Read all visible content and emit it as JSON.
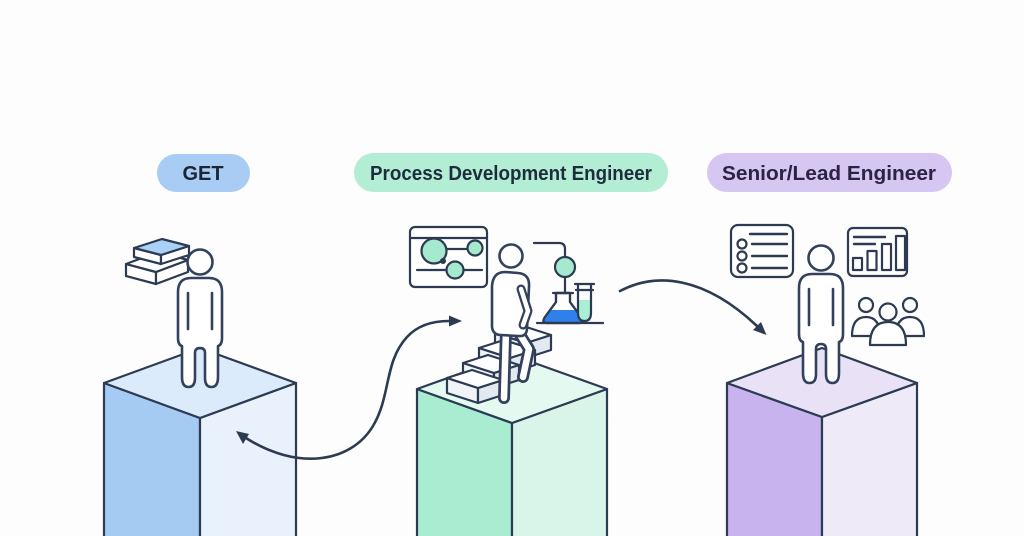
{
  "canvas": {
    "background": "#fdfdfe",
    "outline": "#2c3b52"
  },
  "stages": [
    {
      "id": "stage-1",
      "label": "GET",
      "pill_bg": "#a8ccf3",
      "pill_text": "#1b2535",
      "pedestal": {
        "top": "#dcebfb",
        "left": "#a6cbf2",
        "right": "#e9f1fc"
      },
      "accents": {
        "book_cover": "#a9d0f5"
      },
      "icons": [
        "books-icon",
        "standing-person-icon"
      ]
    },
    {
      "id": "stage-2",
      "label": "Process Development Engineer",
      "pill_bg": "#b3edd3",
      "pill_text": "#1e2d3d",
      "pedestal": {
        "top": "#e4f9f0",
        "left": "#a8ecd2",
        "right": "#d9f5ea"
      },
      "accents": {
        "node_fill": "#a5e9cf",
        "flask_liquid": "#2f80e8",
        "tube_liquid": "#abeed6"
      },
      "icons": [
        "process-flow-panel-icon",
        "climbing-person-icon",
        "stairs-icon",
        "lab-stand-flask-icon",
        "test-tube-icon"
      ]
    },
    {
      "id": "stage-3",
      "label": "Senior/Lead Engineer",
      "pill_bg": "#d6c6f2",
      "pill_text": "#2b2344",
      "pedestal": {
        "top": "#e9e2f6",
        "left": "#c9b3ee",
        "right": "#efeaf8"
      },
      "accents": {},
      "icons": [
        "checklist-icon",
        "standing-person-icon",
        "bar-chart-icon",
        "team-icon"
      ]
    }
  ],
  "arrows": [
    {
      "id": "arrow-stage1-stage2",
      "color": "#2c3b52"
    },
    {
      "id": "arrow-stage2-stage3",
      "color": "#2c3b52"
    }
  ]
}
